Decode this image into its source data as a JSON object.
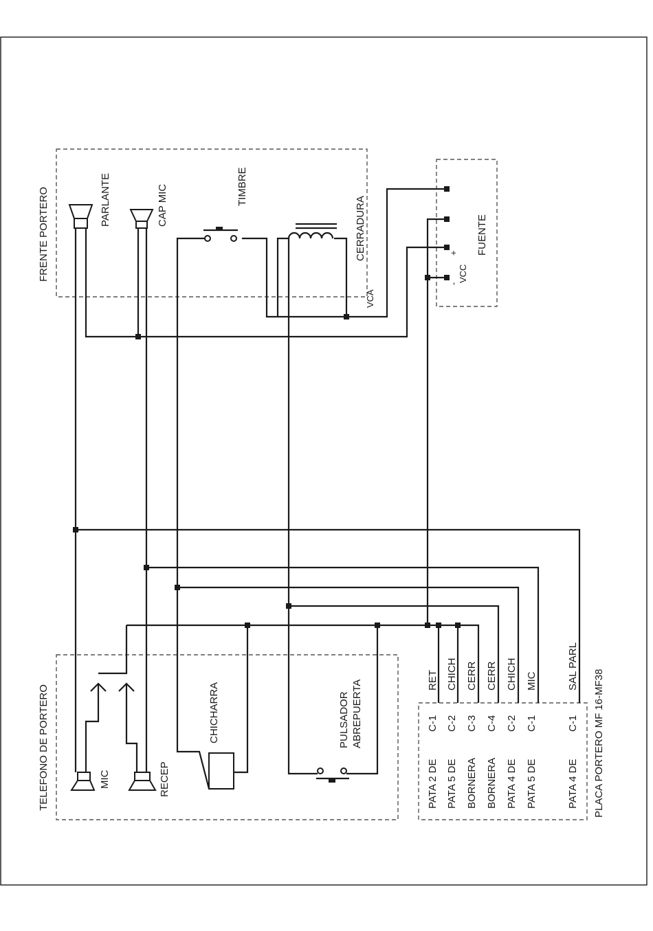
{
  "frente": {
    "title": "FRENTE PORTERO",
    "parlante": "PARLANTE",
    "cap_mic": "CAP MIC",
    "timbre": "TIMBRE",
    "cerradura": "CERRADURA",
    "vca": "VCA"
  },
  "fuente": {
    "title": "FUENTE",
    "vcc": "VCC",
    "plus": "+",
    "minus": "-"
  },
  "telefono": {
    "title": "TELEFONO DE PORTERO",
    "mic": "MIC",
    "recep": "RECEP",
    "chicharra": "CHICHARRA",
    "pulsador_1": "PULSADOR",
    "pulsador_2": "ABREPUERTA"
  },
  "placa": {
    "title": "PLACA PORTERO MF 16-MF38",
    "terminals": [
      {
        "signal": "RET",
        "conn": "C-1",
        "where": "PATA 2  DE"
      },
      {
        "signal": "CHICH",
        "conn": "C-2",
        "where": "PATA 5  DE"
      },
      {
        "signal": "CERR",
        "conn": "C-3",
        "where": "BORNERA"
      },
      {
        "signal": "CERR",
        "conn": "C-4",
        "where": "BORNERA"
      },
      {
        "signal": "CHICH",
        "conn": "C-2",
        "where": "PATA 4  DE"
      },
      {
        "signal": "MIC",
        "conn": "C-1",
        "where": "PATA 5  DE"
      },
      {
        "signal": "SAL PARL",
        "conn": "C-1",
        "where": "PATA 4  DE"
      }
    ]
  }
}
